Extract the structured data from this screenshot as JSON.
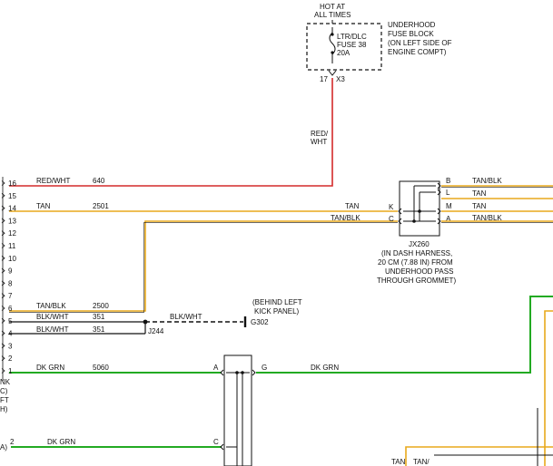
{
  "colors": {
    "red_wht": "#d42a2a",
    "tan": "#e8a91c",
    "tan_blk": "#e8a91c",
    "blk_wht": "#111111",
    "dk_grn": "#22aa22",
    "ink": "#111111"
  },
  "fuse_block": {
    "hot_line1": "HOT AT",
    "hot_line2": "ALL TIMES",
    "fuse_name": "LTR/DLC",
    "fuse_number": "FUSE 38",
    "fuse_rating": "20A",
    "desc_line1": "UNDERHOOD",
    "desc_line2": "FUSE BLOCK",
    "desc_line3": "(ON LEFT SIDE OF",
    "desc_line4": "ENGINE COMPT)",
    "pin": "17",
    "connector": "X3"
  },
  "riser_label": {
    "line1": "RED/",
    "line2": "WHT"
  },
  "dlc_pins": [
    "16",
    "15",
    "14",
    "13",
    "12",
    "11",
    "10",
    "9",
    "8",
    "7",
    "6",
    "5",
    "4",
    "3",
    "2",
    "1"
  ],
  "wires": [
    {
      "color_label": "RED/WHT",
      "circuit": "640"
    },
    {
      "color_label": "TAN",
      "circuit": "2501"
    },
    {
      "color_label": "TAN/BLK",
      "circuit": "2500"
    },
    {
      "color_label": "BLK/WHT",
      "circuit": "351"
    },
    {
      "color_label": "BLK/WHT",
      "circuit": "351"
    },
    {
      "color_label": "DK GRN",
      "circuit": "5060"
    }
  ],
  "mid_labels": {
    "tan": "TAN",
    "tan_blk": "TAN/BLK"
  },
  "jx260": {
    "left_pins": [
      "K",
      "C"
    ],
    "right_pins": [
      "B",
      "L",
      "M",
      "A"
    ],
    "right_wires": [
      "TAN/BLK",
      "TAN",
      "TAN",
      "TAN/BLK"
    ],
    "name": "JX260",
    "desc_line1": "(IN DASH HARNESS,",
    "desc_line2": "20 CM (7.88 IN) FROM",
    "desc_line3": "UNDERHOOD PASS",
    "desc_line4": "THROUGH GROMMET)"
  },
  "splice": "J244",
  "ground": {
    "wire": "BLK/WHT",
    "name": "G302",
    "desc_line1": "(BEHIND LEFT",
    "desc_line2": "KICK PANEL)"
  },
  "dk_grn_label": "DK GRN",
  "lower_connector": {
    "pin_a": "A",
    "pin_g": "G",
    "pin_c": "C"
  },
  "lower_wire": {
    "pin": "2",
    "color_label": "DK GRN"
  },
  "left_edge_fragments": [
    "NK",
    "C)",
    "FT",
    "H)"
  ],
  "left_edge_lower": "A)",
  "bottom_fragments": [
    "TAN",
    "TAN/"
  ]
}
